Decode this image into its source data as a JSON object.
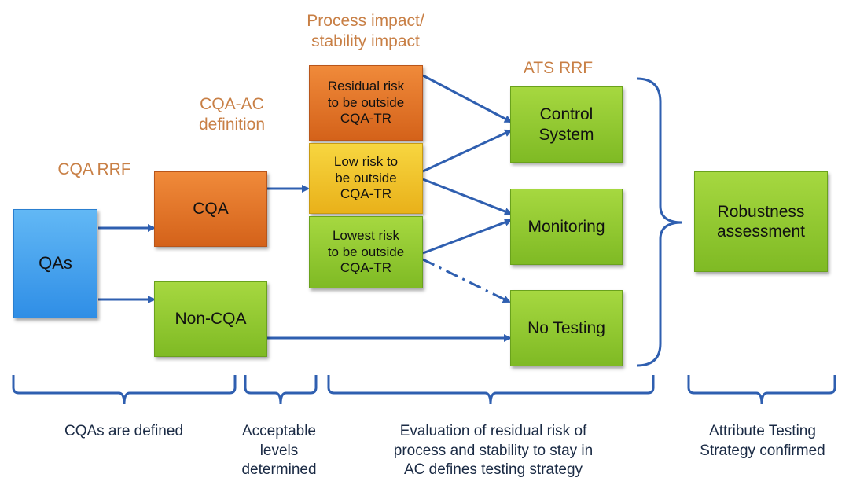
{
  "headers": {
    "cqa_rrf": "CQA RRF",
    "cqa_ac_definition": "CQA-AC\ndefinition",
    "process_impact": "Process impact/\nstability impact",
    "ats_rrf": "ATS RRF"
  },
  "boxes": {
    "qas": "QAs",
    "cqa": "CQA",
    "non_cqa": "Non-CQA",
    "residual_risk": "Residual risk\nto be outside\nCQA-TR",
    "low_risk": "Low risk to\nbe outside\nCQA-TR",
    "lowest_risk": "Lowest risk\nto be outside\nCQA-TR",
    "control_system": "Control\nSystem",
    "monitoring": "Monitoring",
    "no_testing": "No Testing",
    "robustness": "Robustness\nassessment"
  },
  "bottom_labels": {
    "cqas_defined": "CQAs are defined",
    "acceptable_levels": "Acceptable\nlevels\ndetermined",
    "evaluation": "Evaluation of residual risk of\nprocess and stability to stay in\nAC defines testing strategy",
    "ats_confirmed": "Attribute Testing\nStrategy confirmed"
  },
  "colors": {
    "arrow": "#2f5fb0",
    "header_text": "#c87f45",
    "blue_box": "#3b9cec",
    "orange_box": "#e06f24",
    "yellow_box": "#f0c22a",
    "green_box": "#8cc63a"
  }
}
